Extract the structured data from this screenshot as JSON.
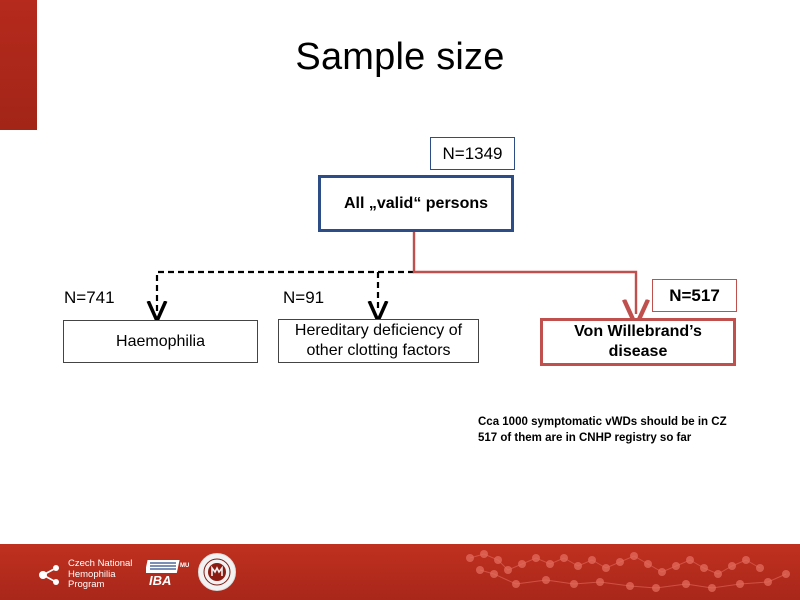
{
  "title": "Sample size",
  "root": {
    "count": "N=1349",
    "label": "All „valid“ persons"
  },
  "branches": [
    {
      "count": "N=741",
      "label": "Haemophilia"
    },
    {
      "count": "N=91",
      "label_line1": "Hereditary deficiency of",
      "label_line2": "other clotting factors"
    },
    {
      "count": "N=517",
      "label_line1": "Von Willebrand’s",
      "label_line2": "disease"
    }
  ],
  "note": {
    "line1": "Cca 1000 symptomatic vWDs should be in CZ",
    "line2": "517 of them are in CNHP registry so far"
  },
  "footer": {
    "brand_line1": "Czech National",
    "brand_line2": "Hemophilia",
    "brand_line3": "Program",
    "iba_text": "IBA",
    "iba_sup": "MU"
  },
  "colors": {
    "accent_red": "#c0504d",
    "accent_blue": "#2c4d86",
    "footer_red": "#b52a1c"
  },
  "icons": [
    "network-logo-icon",
    "iba-logo",
    "mu-seal-icon",
    "dots-pattern"
  ]
}
